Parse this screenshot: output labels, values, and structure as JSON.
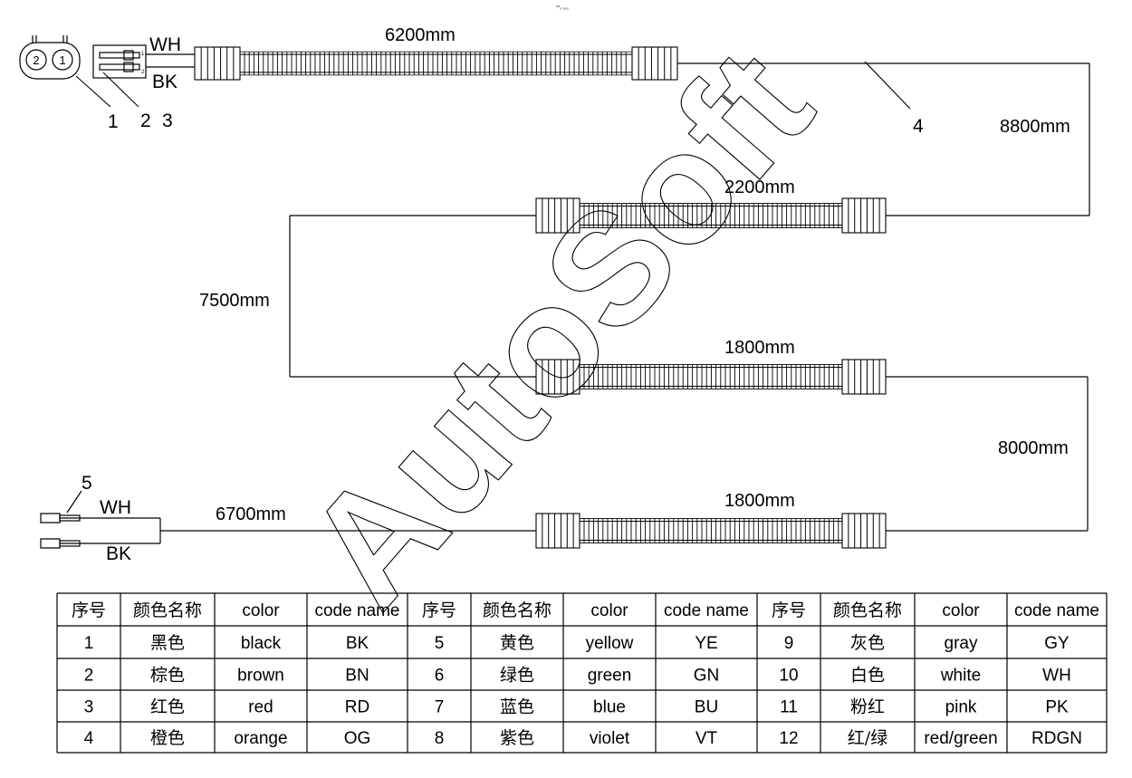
{
  "diagram": {
    "header_mark": "⁰⁰₀ ₀₀₀",
    "watermark": "AutoSoft",
    "wires": {
      "top": "WH",
      "bottom": "BK"
    },
    "callouts": {
      "c1": "1",
      "c2": "2",
      "c3": "3",
      "c4": "4",
      "c5": "5"
    },
    "connector_pins": {
      "pin2": "2",
      "pin1": "1",
      "term1": "1",
      "term2": "2"
    },
    "dimensions": {
      "d6200": "6200mm",
      "d8800": "8800mm",
      "d2200": "2200mm",
      "d7500": "7500mm",
      "d1800a": "1800mm",
      "d8000": "8000mm",
      "d1800b": "1800mm",
      "d6700": "6700mm"
    }
  },
  "table": {
    "headers": [
      "序号",
      "颜色名称",
      "color",
      "code name",
      "序号",
      "颜色名称",
      "color",
      "code name",
      "序号",
      "颜色名称",
      "color",
      "code name"
    ],
    "rows": [
      [
        "1",
        "黑色",
        "black",
        "BK",
        "5",
        "黄色",
        "yellow",
        "YE",
        "9",
        "灰色",
        "gray",
        "GY"
      ],
      [
        "2",
        "棕色",
        "brown",
        "BN",
        "6",
        "绿色",
        "green",
        "GN",
        "10",
        "白色",
        "white",
        "WH"
      ],
      [
        "3",
        "红色",
        "red",
        "RD",
        "7",
        "蓝色",
        "blue",
        "BU",
        "11",
        "粉红",
        "pink",
        "PK"
      ],
      [
        "4",
        "橙色",
        "orange",
        "OG",
        "8",
        "紫色",
        "violet",
        "VT",
        "12",
        "红/绿",
        "red/green",
        "RDGN"
      ]
    ]
  }
}
